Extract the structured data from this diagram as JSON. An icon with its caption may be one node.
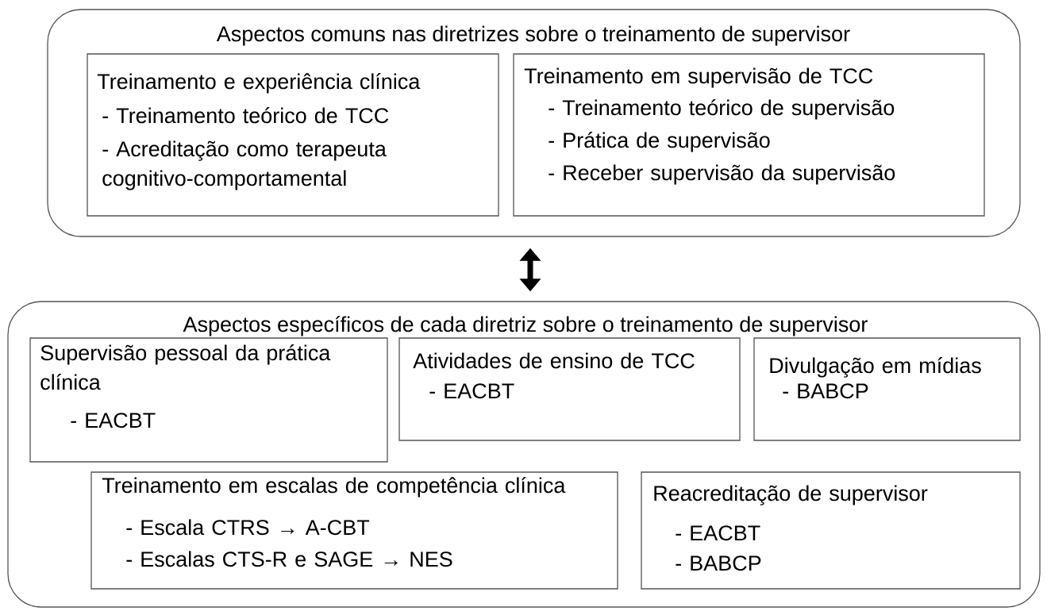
{
  "diagram": {
    "nodes": [
      {
        "text": [
          "Aspectos comuns nas diretrizes sobre o treinamento de supervisor"
        ]
      },
      {
        "text": [
          "Treinamento e experiência clínica",
          "- Treinamento teórico de TCC",
          "- Acreditação como terapeuta cognitivo-comportamental"
        ],
        "in": 0
      },
      {
        "text": [
          "Treinamento em supervisão de TCC",
          "- Treinamento teórico de supervisão",
          "- Prática de supervisão",
          "- Receber supervisão da supervisão"
        ],
        "in": 0
      },
      {
        "text": [
          "Aspectos específicos de cada diretriz sobre o treinamento de supervisor"
        ]
      },
      {
        "text": [
          "Supervisão pessoal da prática clínica",
          "- EACBT"
        ],
        "in": 3
      },
      {
        "text": [
          "Atividades de ensino de TCC",
          "- EACBT"
        ],
        "in": 3
      },
      {
        "text": [
          "Divulgação em mídias",
          "- BABCP"
        ],
        "in": 3
      },
      {
        "text": [
          "Treinamento em escalas de competência clínica",
          "- Escala CTRS → A-CBT",
          "- Escalas CTS-R e SAGE → NES"
        ],
        "in": 3
      },
      {
        "text": [
          "Reacreditação de supervisor",
          "- EACBT",
          "- BABCP"
        ],
        "in": 3
      }
    ],
    "edges": [
      {
        "from": 0,
        "to": 3,
        "arrow": "both"
      }
    ]
  }
}
